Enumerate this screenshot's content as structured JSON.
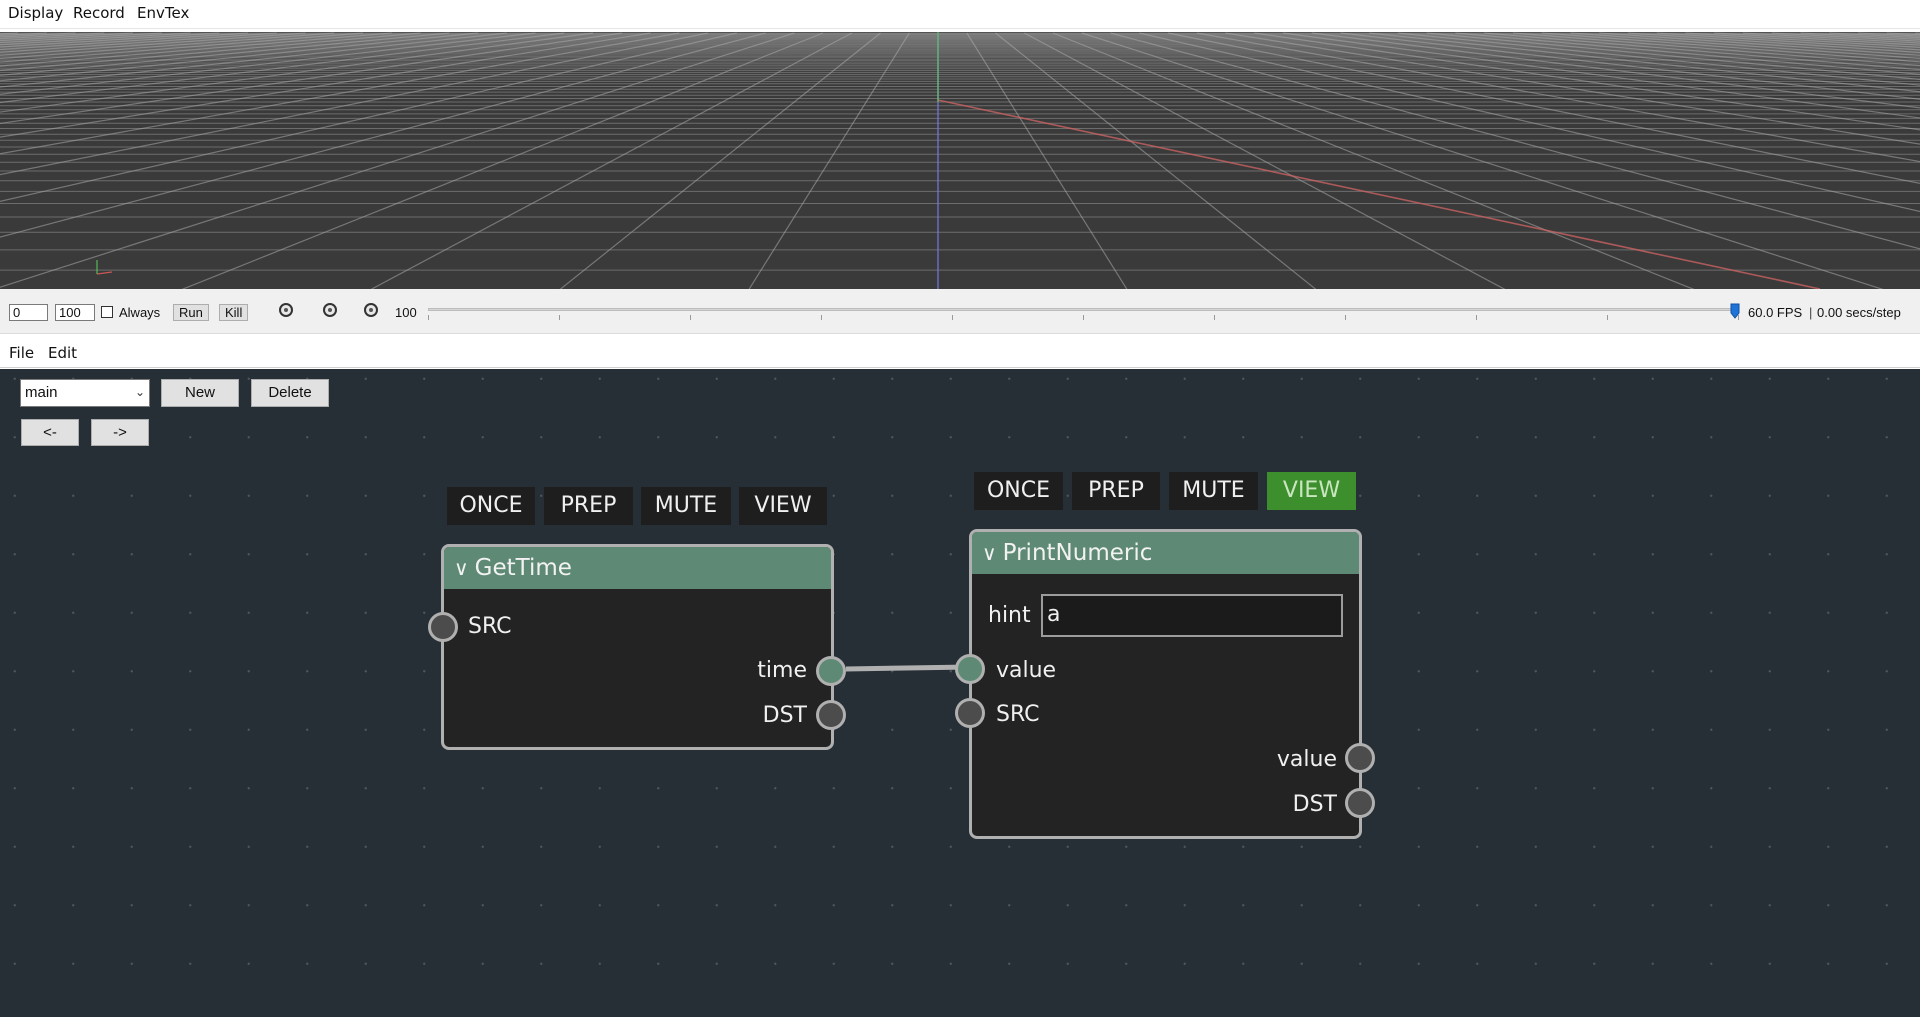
{
  "top_menu": {
    "items": [
      "Display",
      "Record",
      "EnvTex"
    ]
  },
  "timeline": {
    "start_value": "0",
    "end_value": "100",
    "always_label": "Always",
    "run_label": "Run",
    "kill_label": "Kill",
    "frame_count": "100",
    "slider_fraction": 1.0,
    "fps_text": "60.0 FPS",
    "secs_text": "0.00 secs/step",
    "separator": "|"
  },
  "editor_menu": {
    "items": [
      "File",
      "Edit"
    ]
  },
  "editor": {
    "graph_select": "main",
    "new_label": "New",
    "delete_label": "Delete",
    "back_label": "<-",
    "forward_label": "->",
    "flags": [
      "ONCE",
      "PREP",
      "MUTE",
      "VIEW"
    ]
  },
  "nodes": {
    "gettime": {
      "title": "GetTime",
      "active_flags": [],
      "inputs": [
        "SRC"
      ],
      "outputs": [
        "time",
        "DST"
      ]
    },
    "printnumeric": {
      "title": "PrintNumeric",
      "active_flags": [
        "VIEW"
      ],
      "hint_label": "hint",
      "hint_value": "a",
      "inputs": [
        "value",
        "SRC"
      ],
      "outputs": [
        "value",
        "DST"
      ]
    }
  },
  "colors": {
    "node_header": "#5e8a75",
    "view_active": "#3c8f2c",
    "canvas_bg": "#262e36",
    "viewport_bg": "#3a3a3a"
  }
}
